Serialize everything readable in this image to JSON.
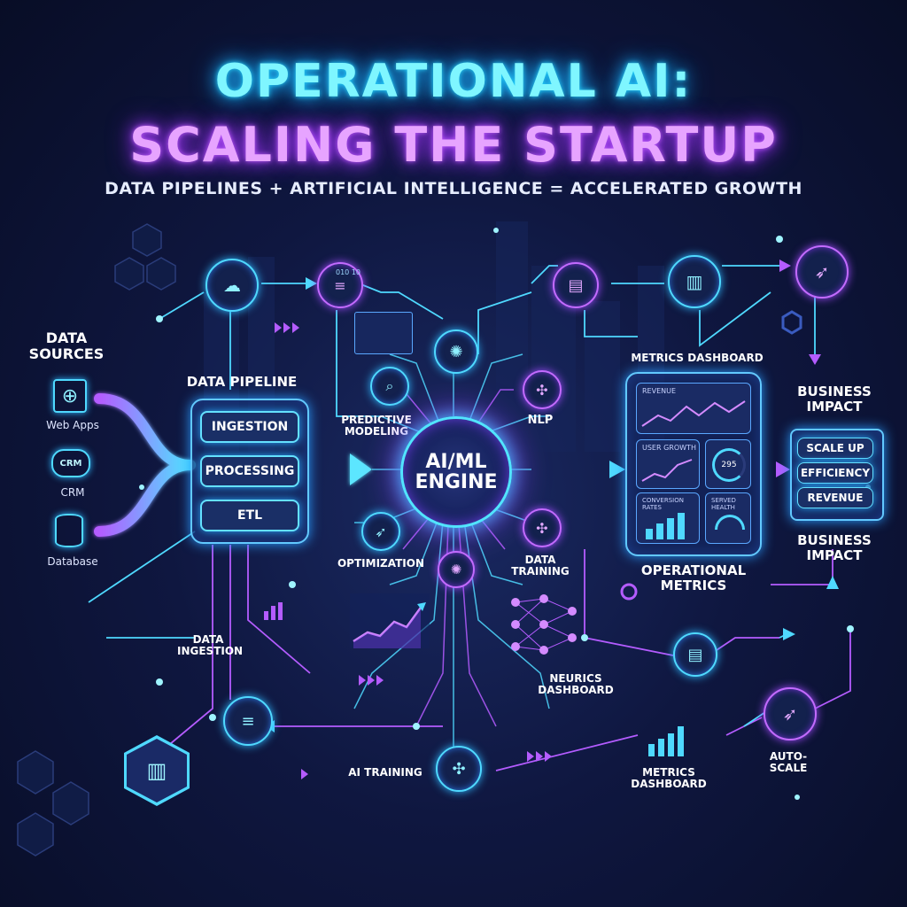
{
  "title": {
    "line1": "OPERATIONAL AI:",
    "line2": "SCALING THE STARTUP",
    "subtitle": "DATA PIPELINES + ARTIFICIAL INTELLIGENCE = ACCELERATED GROWTH"
  },
  "sources": {
    "heading": "DATA SOURCES",
    "items": [
      "Web Apps",
      "CRM",
      "Database"
    ],
    "crm_badge": "CRM"
  },
  "pipeline": {
    "heading": "DATA PIPELINE",
    "stages": [
      "INGESTION",
      "PROCESSING",
      "ETL"
    ]
  },
  "engine": {
    "label": "AI/ML ENGINE"
  },
  "nodes": {
    "predictive": "PREDICTIVE MODELING",
    "nlp": "NLP",
    "optimization": "OPTIMIZATION",
    "data_training": "DATA TRAINING",
    "data_ingestion": "DATA INGESTION",
    "neurics_dashboard": "NEURICS DASHBOARD",
    "ai_training": "AI TRAINING",
    "metrics_dashboard_bottom": "METRICS DASHBOARD",
    "auto_scale": "AUTO-SCALE",
    "db_code": "010 10"
  },
  "dashboard": {
    "heading": "METRICS DASHBOARD",
    "cards": {
      "revenue": "REVENUE",
      "user_growth": "USER GROWTH",
      "gauge_value": "295",
      "conversion": "CONVERSION RATES",
      "server_health": "SERVED HEALTH"
    },
    "footer": "OPERATIONAL METRICS"
  },
  "impact": {
    "heading": "BUSINESS IMPACT",
    "items": [
      "SCALE UP",
      "EFFICIENCY",
      "REVENUE"
    ],
    "heading_lower": "BUSINESS IMPACT"
  },
  "colors": {
    "cyan": "#4fd9ff",
    "purple": "#b45cff",
    "background": "#0c1434"
  },
  "icons": [
    "cloud-upload-icon",
    "database-icon",
    "chart-icon",
    "brain-icon",
    "rocket-icon",
    "search-icon",
    "network-icon",
    "gauge-icon",
    "globe-icon"
  ]
}
